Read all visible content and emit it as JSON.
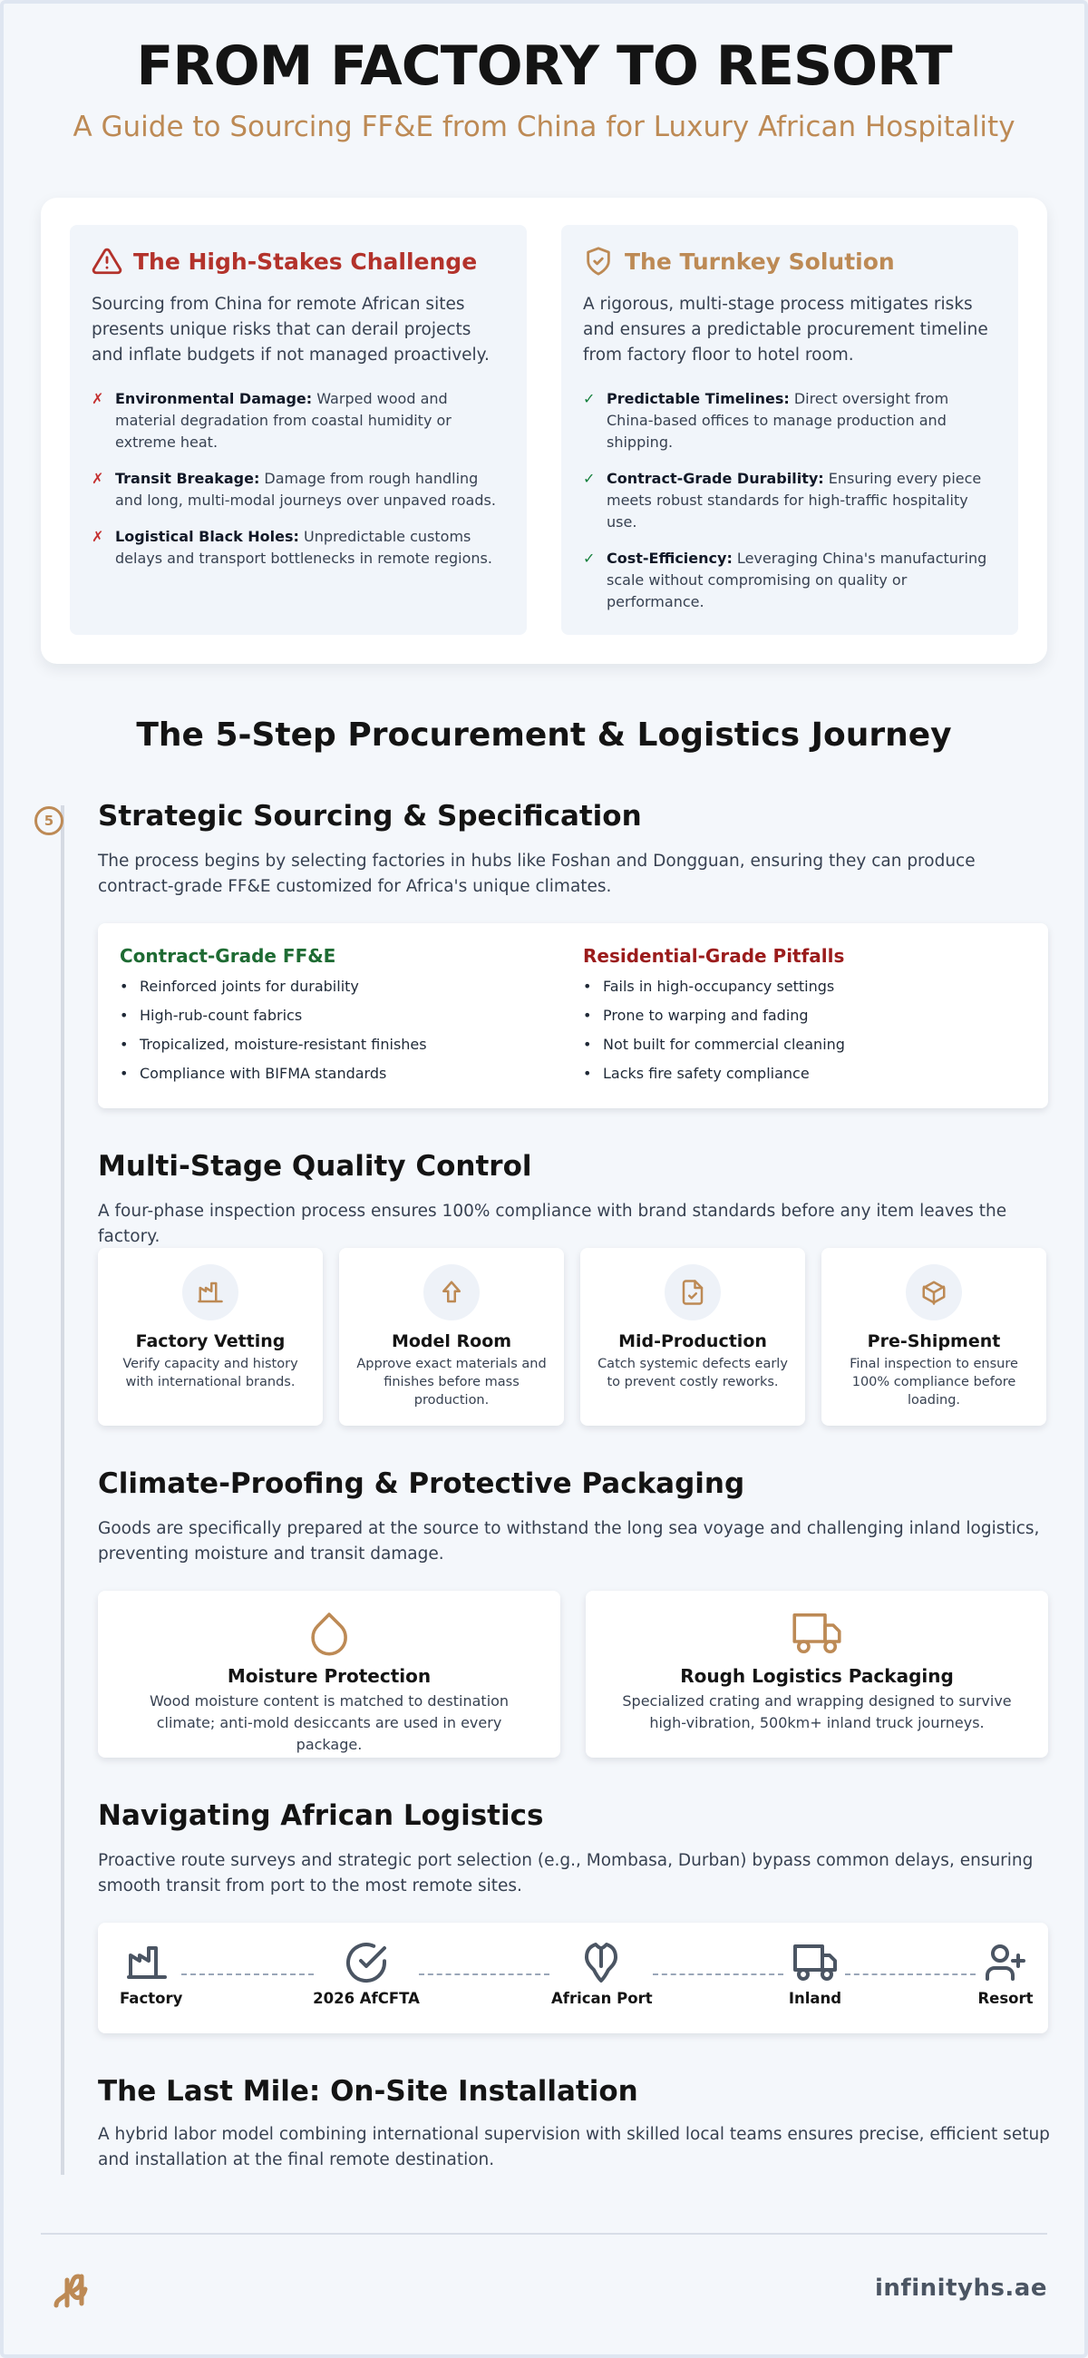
{
  "header": {
    "title": "FROM FACTORY TO RESORT",
    "subtitle": "A Guide to Sourcing FF&E from China for Luxury African Hospitality"
  },
  "challenge": {
    "title": "The High-Stakes Challenge",
    "intro": "Sourcing from China for remote African sites presents unique risks that can derail projects and inflate budgets if not managed proactively.",
    "items": [
      {
        "label": "Environmental Damage:",
        "text": " Warped wood and material degradation from coastal humidity or extreme heat."
      },
      {
        "label": "Transit Breakage:",
        "text": " Damage from rough handling and long, multi-modal journeys over unpaved roads."
      },
      {
        "label": "Logistical Black Holes:",
        "text": " Unpredictable customs delays and transport bottlenecks in remote regions."
      }
    ],
    "icon": "warning-triangle-icon",
    "color": "#b3322b"
  },
  "solution": {
    "title": "The Turnkey Solution",
    "intro": "A rigorous, multi-stage process mitigates risks and ensures a predictable procurement timeline from factory floor to hotel room.",
    "items": [
      {
        "label": "Predictable Timelines:",
        "text": " Direct oversight from China-based offices to manage production and shipping."
      },
      {
        "label": "Contract-Grade Durability:",
        "text": " Ensuring every piece meets robust standards for high-traffic hospitality use."
      },
      {
        "label": "Cost-Efficiency:",
        "text": " Leveraging China's manufacturing scale without compromising on quality or performance."
      }
    ],
    "icon": "shield-check-icon",
    "color": "#bd8a55"
  },
  "journey": {
    "title": "The 5-Step Procurement & Logistics Journey",
    "badge": "5"
  },
  "sourcing": {
    "title": "Strategic Sourcing & Specification",
    "desc": "The process begins by selecting factories in hubs like Foshan and Dongguan, ensuring they can produce contract-grade FF&E customized for Africa's unique climates.",
    "good": {
      "title": "Contract-Grade FF&E",
      "items": [
        "Reinforced joints for durability",
        "High-rub-count fabrics",
        "Tropicalized, moisture-resistant finishes",
        "Compliance with BIFMA standards"
      ]
    },
    "bad": {
      "title": "Residential-Grade Pitfalls",
      "items": [
        "Fails in high-occupancy settings",
        "Prone to warping and fading",
        "Not built for commercial cleaning",
        "Lacks fire safety compliance"
      ]
    }
  },
  "qc": {
    "title": "Multi-Stage Quality Control",
    "desc": "A four-phase inspection process ensures 100% compliance with brand standards before any item leaves the factory.",
    "cards": [
      {
        "title": "Factory Vetting",
        "desc": "Verify capacity and history with international brands.",
        "icon": "factory-icon"
      },
      {
        "title": "Model Room",
        "desc": "Approve exact materials and finishes before mass production.",
        "icon": "arrow-up-icon"
      },
      {
        "title": "Mid-Production",
        "desc": "Catch systemic defects early to prevent costly reworks.",
        "icon": "document-check-icon"
      },
      {
        "title": "Pre-Shipment",
        "desc": "Final inspection to ensure 100% compliance before loading.",
        "icon": "package-icon"
      }
    ]
  },
  "packaging": {
    "title": "Climate-Proofing & Protective Packaging",
    "desc": "Goods are specifically prepared at the source to withstand the long sea voyage and challenging inland logistics, preventing moisture and transit damage.",
    "cards": [
      {
        "title": "Moisture Protection",
        "desc": "Wood moisture content is matched to destination climate; anti-mold desiccants are used in every package.",
        "icon": "droplet-icon"
      },
      {
        "title": "Rough Logistics Packaging",
        "desc": "Specialized crating and wrapping designed to survive high-vibration, 500km+ inland truck journeys.",
        "icon": "truck-icon"
      }
    ]
  },
  "logistics": {
    "title": "Navigating African Logistics",
    "desc": "Proactive route surveys and strategic port selection (e.g., Mombasa, Durban) bypass common delays, ensuring smooth transit from port to the most remote sites.",
    "nodes": [
      {
        "label": "Factory",
        "icon": "factory-icon"
      },
      {
        "label": "2026 AfCFTA",
        "icon": "check-circle-icon"
      },
      {
        "label": "African Port",
        "icon": "africa-map-icon"
      },
      {
        "label": "Inland",
        "icon": "truck-icon"
      },
      {
        "label": "Resort",
        "icon": "user-plus-icon"
      }
    ]
  },
  "lastmile": {
    "title": "The Last Mile: On-Site Installation",
    "desc": "A hybrid labor model combining international supervision with skilled local teams ensures precise, efficient setup and installation at the final remote destination."
  },
  "footer": {
    "site": "infinityhs.ae",
    "logo": "infinity-logo-icon"
  },
  "colors": {
    "accent": "#bd8a55",
    "danger": "#b3322b",
    "success": "#15803d",
    "background": "#f4f7fb"
  }
}
